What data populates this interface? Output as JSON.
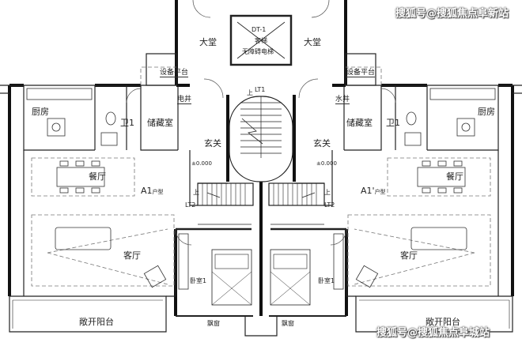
{
  "watermark_top": "搜狐号@搜狐焦点阜新站",
  "watermark_bottom": "搜狐号@搜狐焦点阜城站",
  "elevator": {
    "code": "DT-1",
    "line1": "客梯",
    "line2": "无障碍电梯"
  },
  "stair_main": "LT1",
  "stair_up": "上",
  "stair_side": "LT2",
  "rooms": {
    "lobby": "大堂",
    "equipment": "设备平台",
    "elec_shaft": "电井",
    "water_shaft": "水井",
    "kitchen": "厨房",
    "bath": "卫1",
    "storage": "储藏室",
    "foyer": "玄关",
    "dining": "餐厅",
    "living": "客厅",
    "bedroom": "卧室1",
    "bay_window": "飘窗",
    "balcony": "敞开阳台"
  },
  "elevation": "±0.000",
  "units": {
    "left": "A1",
    "right": "A1'",
    "suffix": "户型"
  }
}
